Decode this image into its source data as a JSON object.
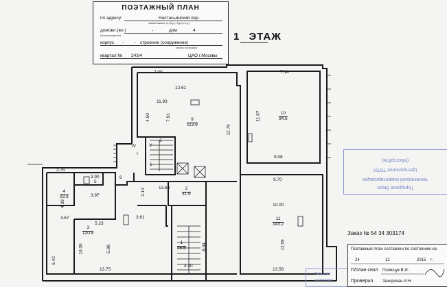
{
  "title_block": {
    "title": "ПОЭТАЖНЫЙ ПЛАН",
    "address_label": "по адресу:",
    "address_value": "Настасьинский пер.",
    "address_hint": "наименование ул.(пер.), б(ул) и т.д.)",
    "domovl_label": "домовл.(вл.)",
    "domovl_value": "-",
    "dom_label": "дом",
    "dom_value": "4",
    "domovl_hint": "(номер владения)",
    "korpus_label": "корпус",
    "korpus_value": "-",
    "stroenie_label": "строение (сооружение)",
    "stroenie_value": "-",
    "stroenie_hint": "(номер постройки)",
    "kvartal_label": "квартал №",
    "kvartal_value": "243/4",
    "district": "ЦАО г.Москвы"
  },
  "floor_label": {
    "number": "1",
    "word": "ЭТАЖ"
  },
  "dimensions": [
    "7.00",
    "7.14",
    "12.61",
    "11.93",
    "4.50",
    "7.91",
    "11.67",
    "12.76",
    "9.08",
    "2.75",
    "3.90",
    "3.97",
    "4.39",
    "3.67",
    "5.23",
    "3.61",
    "2.13",
    "13.68",
    "9.70",
    "10.00",
    "12.59",
    "6.42",
    "10.30",
    "5.98",
    "8.04",
    "4.20",
    "13.75",
    "13.56"
  ],
  "rooms": [
    {
      "no": "9",
      "area": "113.9"
    },
    {
      "no": "10",
      "area": "94.6"
    },
    {
      "no": "4",
      "area": "23.3"
    },
    {
      "no": "5",
      "area": ""
    },
    {
      "no": "6",
      "area": ""
    },
    {
      "no": "2",
      "area": "31.9"
    },
    {
      "no": "3",
      "area": "120.8"
    },
    {
      "no": "11",
      "area": "143.2"
    },
    {
      "no": "1",
      "area": "35.6"
    }
  ],
  "stair_labels": {
    "i": "I",
    "iv": "IV",
    "v": "V",
    "two": "2",
    "one": "1"
  },
  "order": "Заказ № 54 34 303174",
  "note": {
    "line1": "Поэтажный план составлен по состоянию на",
    "day": "24",
    "month": "12",
    "year": "2015",
    "year_suffix": "г.",
    "drew_label": "П/план снял",
    "drew_name": "Полищук В.И.",
    "checked_label": "Проверил",
    "checked_name": "Захорохан И.Н."
  },
  "stamp": {
    "line1": "Городское бюро",
    "line2": "технической инвентаризации",
    "line3": "Центральное ТБТИ",
    "line4": "(Мосгорбти)"
  },
  "stamp2": {
    "line1": "Передний",
    "line2": "сканирован"
  }
}
